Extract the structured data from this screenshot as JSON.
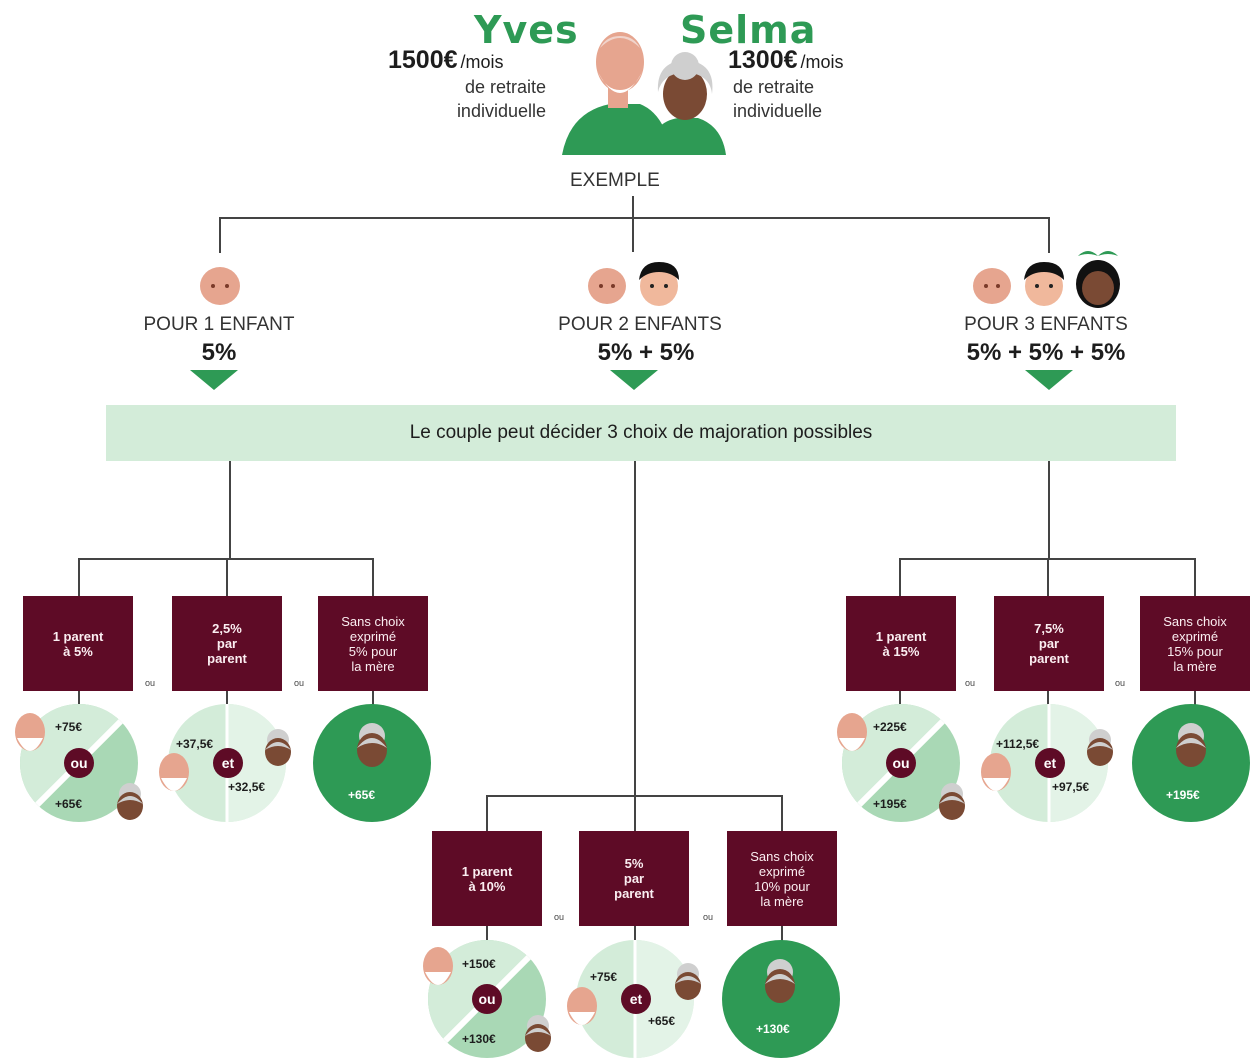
{
  "header": {
    "yves": {
      "name": "Yves",
      "amount": "1500€",
      "unit": "/mois",
      "line1": "de retraite",
      "line2": "individuelle"
    },
    "selma": {
      "name": "Selma",
      "amount": "1300€",
      "unit": "/mois",
      "line1": "de retraite",
      "line2": "individuelle"
    },
    "exemple": "EXEMPLE"
  },
  "branches": [
    {
      "label": "POUR 1 ENFANT",
      "pct": "5%"
    },
    {
      "label": "POUR 2 ENFANTS",
      "pct": "5% + 5%"
    },
    {
      "label": "POUR 3 ENFANTS",
      "pct": "5% + 5% + 5%"
    }
  ],
  "banner": "Le couple peut décider 3 choix de majoration possibles",
  "ou_small": "ou",
  "options": {
    "one_child": {
      "boxes": [
        "1 parent\nà 5%",
        "2,5%\npar\nparent",
        "Sans choix\nexprimé\n5% pour\nla mère"
      ],
      "c1": {
        "top": "+75€",
        "badge": "ou",
        "bottom": "+65€"
      },
      "c2": {
        "left": "+37,5€",
        "badge": "et",
        "right": "+32,5€"
      },
      "c3": {
        "amount": "+65€"
      }
    },
    "two_children": {
      "boxes": [
        "1 parent\nà 10%",
        "5%\npar\nparent",
        "Sans choix\nexprimé\n10% pour\nla mère"
      ],
      "c1": {
        "top": "+150€",
        "badge": "ou",
        "bottom": "+130€"
      },
      "c2": {
        "left": "+75€",
        "badge": "et",
        "right": "+65€"
      },
      "c3": {
        "amount": "+130€"
      }
    },
    "three_children": {
      "boxes": [
        "1 parent\nà 15%",
        "7,5%\npar\nparent",
        "Sans choix\nexprimé\n15% pour\nla mère"
      ],
      "c1": {
        "top": "+225€",
        "badge": "ou",
        "bottom": "+195€"
      },
      "c2": {
        "left": "+112,5€",
        "badge": "et",
        "right": "+97,5€"
      },
      "c3": {
        "amount": "+195€"
      }
    }
  },
  "colors": {
    "green": "#2e9a55",
    "light_green": "#d3ecd9",
    "mid_green": "#a9d8b5",
    "burgundy": "#5e0b26",
    "skin_light": "#e6a58f",
    "skin_dark": "#7a4a34"
  },
  "icons": [
    "grandfather-icon",
    "grandmother-icon",
    "baby-icon",
    "boy-icon",
    "girl-icon"
  ]
}
